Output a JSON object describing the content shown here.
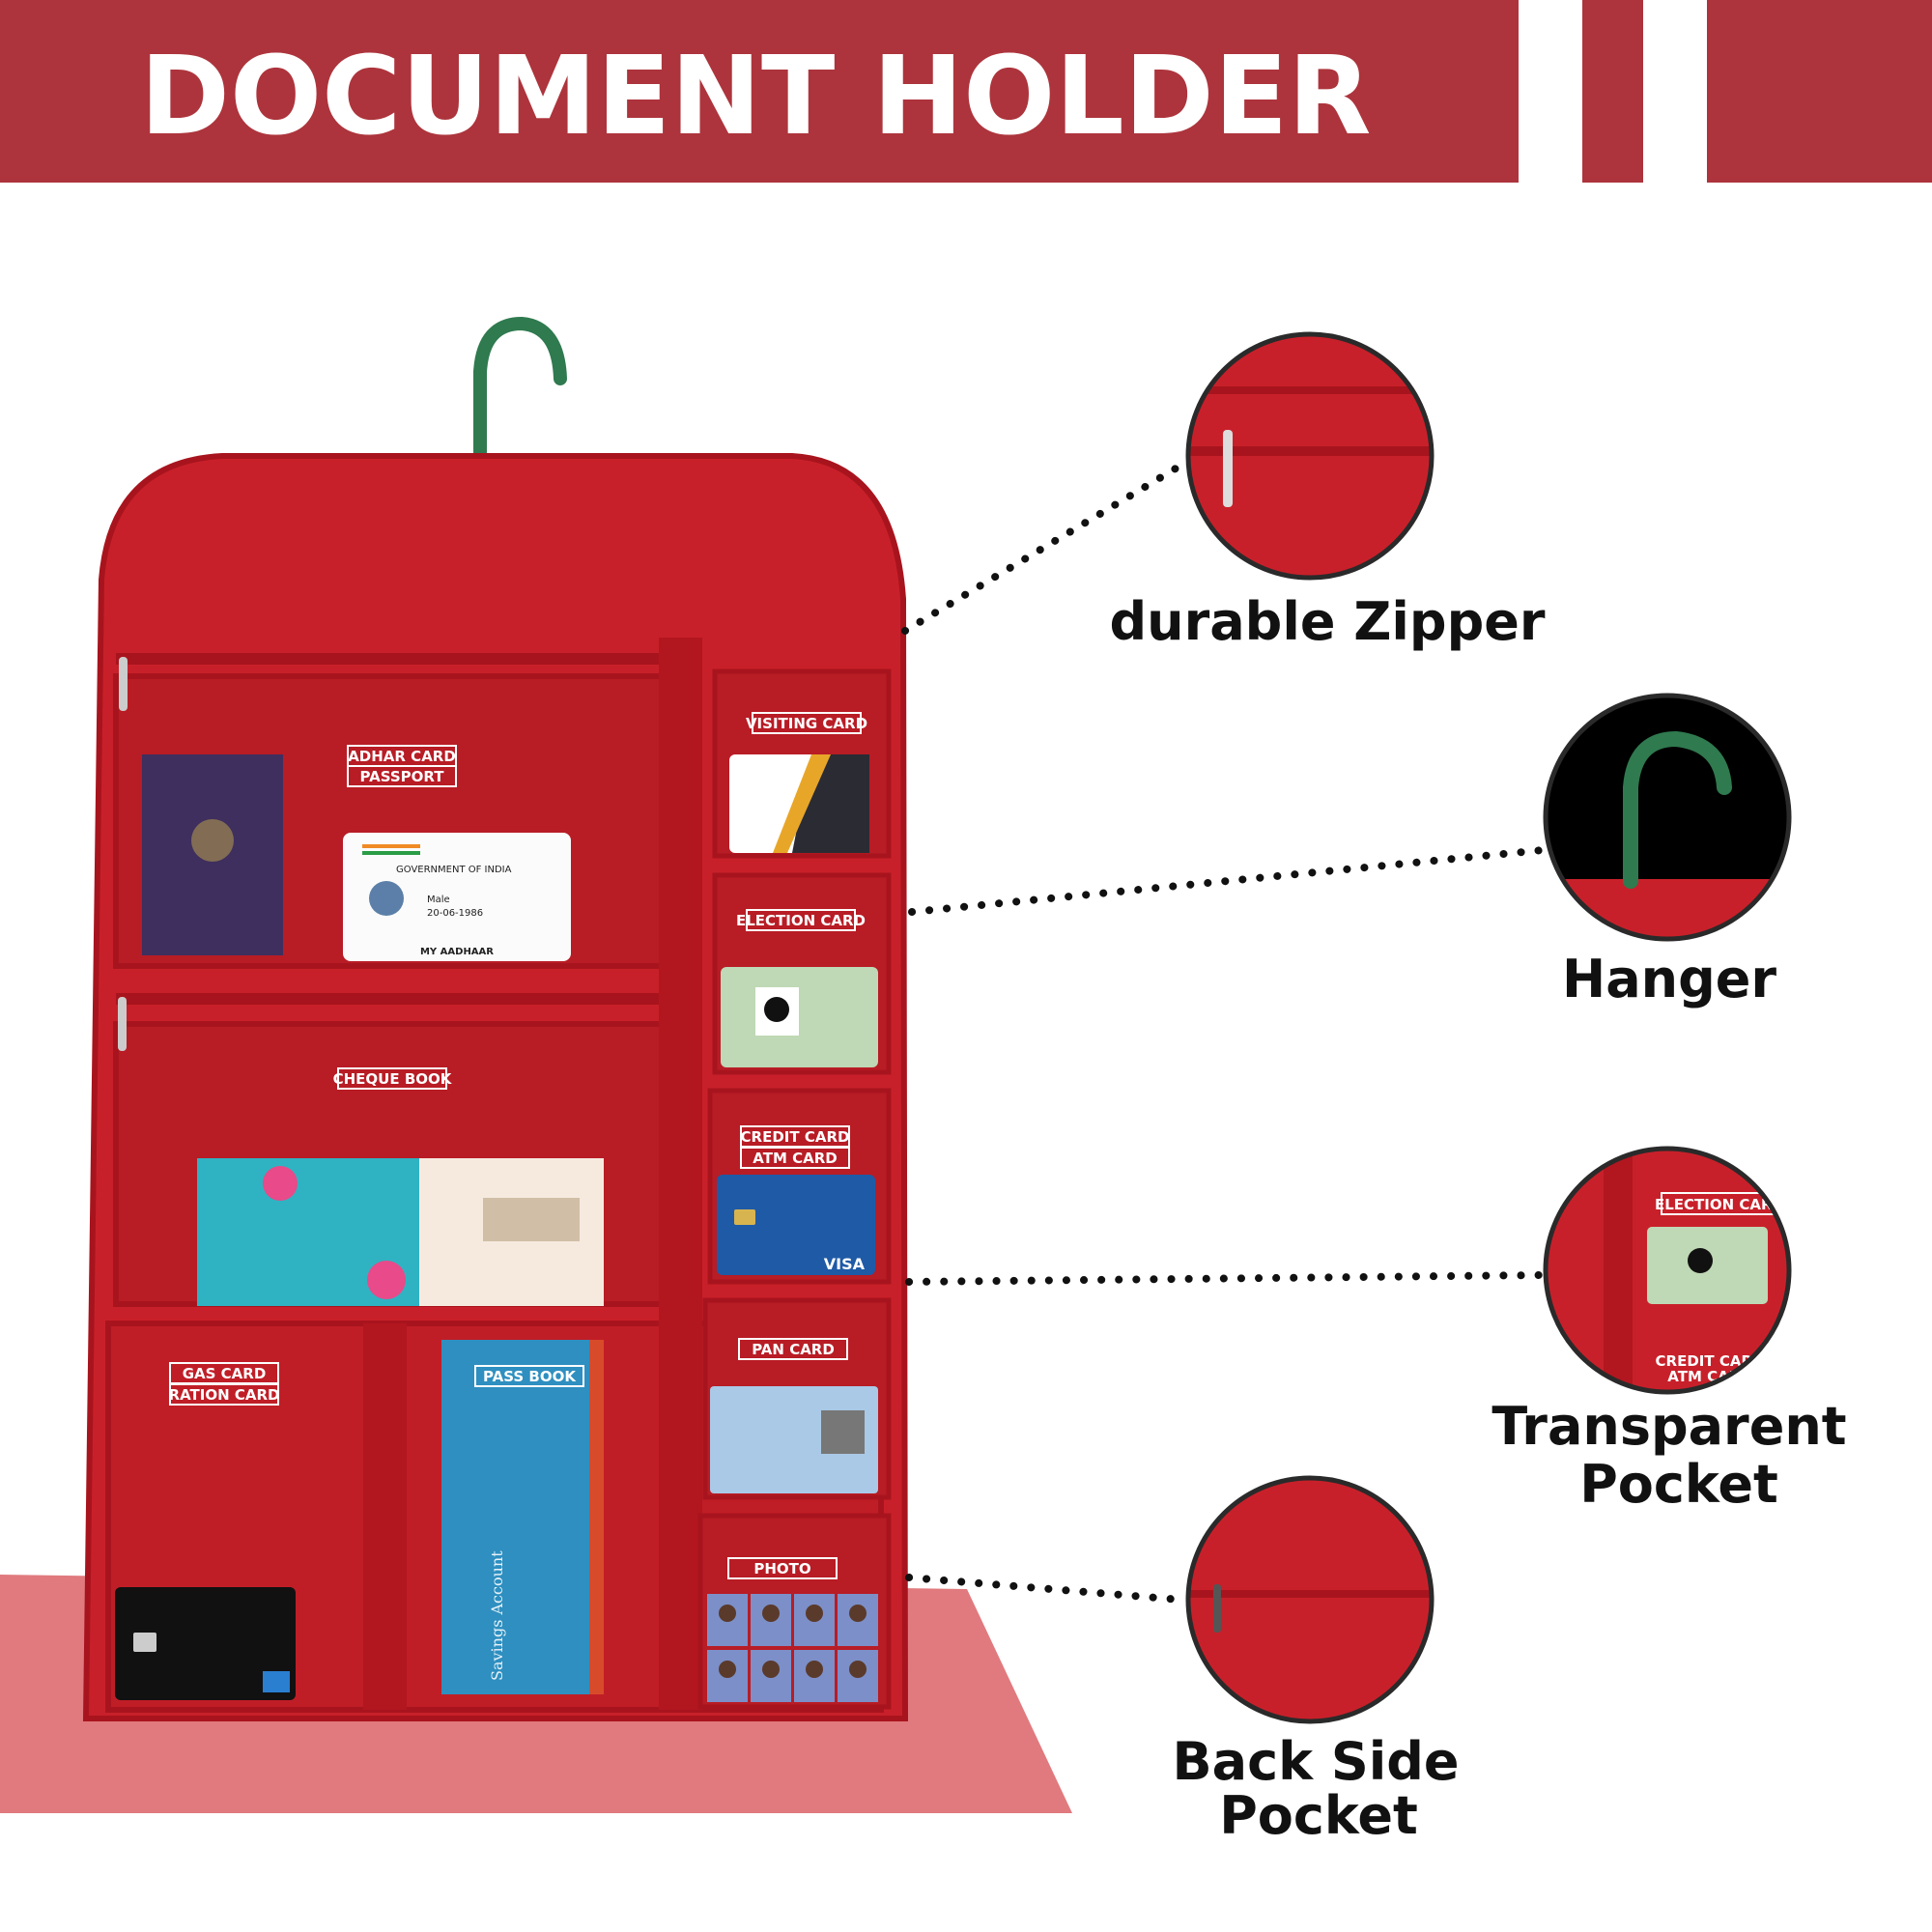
{
  "header": {
    "title": "DOCUMENT HOLDER"
  },
  "colors": {
    "brand": "#ad343c",
    "bag": "#c8202a",
    "floor": "#e07a7e",
    "hook": "#2f7a4f"
  },
  "bag_labels": {
    "adhar": "ADHAR CARD",
    "passport": "PASSPORT",
    "visiting": "VISITING CARD",
    "election": "ELECTION CARD",
    "cheque": "CHEQUE BOOK",
    "credit": "CREDIT CARD",
    "atm": "ATM CARD",
    "pan": "PAN CARD",
    "gas": "GAS CARD",
    "ration": "RATION CARD",
    "passbook": "PASS BOOK",
    "photo": "PHOTO"
  },
  "cards": {
    "aadhaar_gov": "GOVERNMENT OF INDIA",
    "aadhaar_footer": "MY AADHAAR",
    "aadhaar_gender": "Male",
    "aadhaar_dob": "20-06-1986",
    "credit_brand": "VISA",
    "passbook_text": "Savings Account"
  },
  "features": [
    {
      "lines": [
        "durable Zipper"
      ]
    },
    {
      "lines": [
        "Hanger"
      ]
    },
    {
      "lines": [
        "Transparent",
        "Pocket"
      ]
    },
    {
      "lines": [
        "Back Side",
        "Pocket"
      ]
    }
  ]
}
